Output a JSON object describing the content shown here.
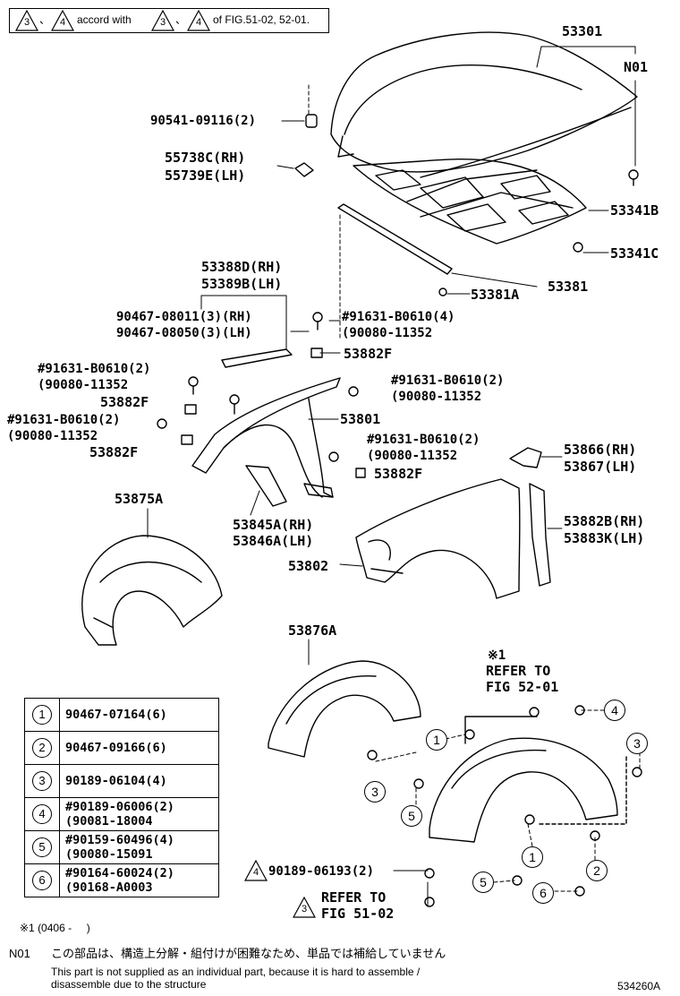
{
  "header_note": {
    "mark1": "3",
    "sep1": "、",
    "mark2": "4",
    "text1": "accord with",
    "mark3": "3",
    "sep2": "、",
    "mark4": "4",
    "text2": "of FIG.51-02, 52-01."
  },
  "labels": {
    "hood": "53301",
    "n01": "N01",
    "hood_cushion": "90541-09116(2)",
    "hinge_rh": "55738C(RH)",
    "hinge_lh": "55739E(LH)",
    "hood_insulator": "53341B",
    "insulator_clip": "53341C",
    "seal": "53381",
    "seal_clip": "53381A",
    "apron_rh": "53388D(RH)",
    "apron_lh": "53389B(LH)",
    "bolt_rh": "90467-08011(3)(RH)",
    "bolt_lh": "90467-08050(3)(LH)",
    "bolt_a_1": "#91631-B0610(4)",
    "bolt_a_2": "(90080-11352",
    "washer_a": "53882F",
    "bolt_b_1": "#91631-B0610(2)",
    "bolt_b_2": "(90080-11352",
    "washer_b": "53882F",
    "bolt_c_1": "#91631-B0610(2)",
    "bolt_c_2": "(90080-11352",
    "washer_c": "53882F",
    "bolt_d_1": "#91631-B0610(2)",
    "bolt_d_2": "(90080-11352",
    "fender_frame": "53801",
    "bolt_e_1": "#91631-B0610(2)",
    "bolt_e_2": "(90080-11352",
    "washer_e": "53882F",
    "bracket_rh": "53866(RH)",
    "bracket_lh": "53867(LH)",
    "liner_a": "53875A",
    "support_rh": "53845A(RH)",
    "support_lh": "53846A(LH)",
    "seal_rh": "53882B(RH)",
    "seal_lh": "53883K(LH)",
    "fender": "53802",
    "liner_b": "53876A",
    "note1_mark": "※1",
    "refer1_a": "REFER TO",
    "refer1_b": "FIG 52-01",
    "screw_part": "90189-06193(2)",
    "screw_mark": "4",
    "refer2_a": "REFER TO",
    "refer2_b": "FIG 51-02",
    "refer2_mark": "3",
    "code": "534260A"
  },
  "callouts": [
    "1",
    "2",
    "3",
    "4",
    "5",
    "6"
  ],
  "legend": [
    {
      "key": "1",
      "line1": "90467-07164(6)",
      "line2": ""
    },
    {
      "key": "2",
      "line1": "90467-09166(6)",
      "line2": ""
    },
    {
      "key": "3",
      "line1": "90189-06104(4)",
      "line2": ""
    },
    {
      "key": "4",
      "line1": "#90189-06006(2)",
      "line2": "(90081-18004"
    },
    {
      "key": "5",
      "line1": "#90159-60496(4)",
      "line2": "(90080-15091"
    },
    {
      "key": "6",
      "line1": "#90164-60024(2)",
      "line2": "(90168-A0003"
    }
  ],
  "footnotes": {
    "date_note": "※1 (0406 -     )",
    "n01_label": "N01",
    "n01_jp": "この部品は、構造上分解・組付けが困難なため、単品では補給していません",
    "n01_en_1": "This part is not supplied as an individual part, because it is hard to assemble /",
    "n01_en_2": "disassemble due to the structure"
  }
}
